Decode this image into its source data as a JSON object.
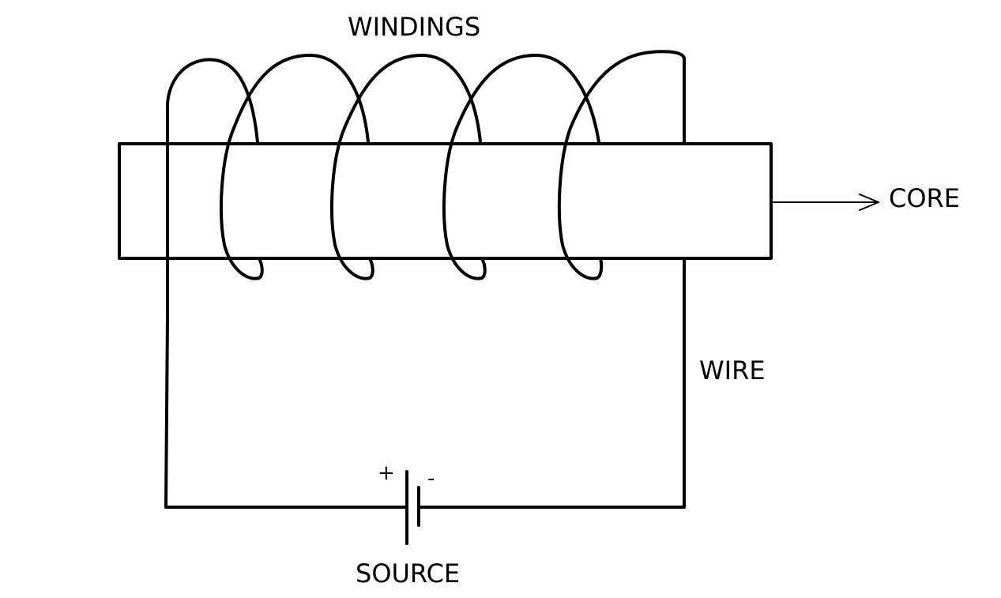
{
  "labels": {
    "windings": "WINDINGS",
    "core": "CORE",
    "wire": "WIRE",
    "source": "SOURCE",
    "positive": "+",
    "negative": "-"
  },
  "colors": {
    "ink": "#000000",
    "background": "#ffffff"
  }
}
